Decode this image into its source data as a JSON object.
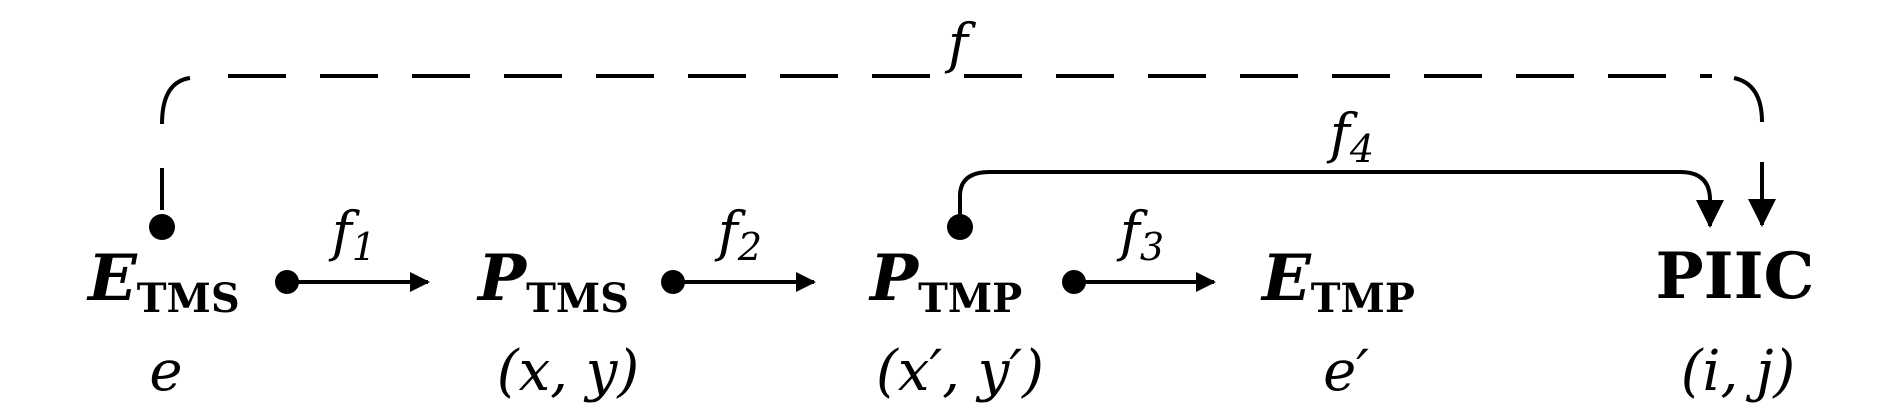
{
  "diagram": {
    "nodes": [
      {
        "id": "e_tms",
        "symbol": "E",
        "subscript": "TMS",
        "variable": "e"
      },
      {
        "id": "p_tms",
        "symbol": "P",
        "subscript": "TMS",
        "variable": "(x, y)"
      },
      {
        "id": "p_tmp",
        "symbol": "P",
        "subscript": "TMP",
        "variable": "(x′, y′)"
      },
      {
        "id": "e_tmp",
        "symbol": "E",
        "subscript": "TMP",
        "variable": "e′"
      },
      {
        "id": "piic",
        "symbol": "PIIC",
        "subscript": "",
        "variable": "(i, j)"
      }
    ],
    "arrows": [
      {
        "id": "f1",
        "symbol": "f",
        "subscript": "1",
        "from": "e_tms",
        "to": "p_tms",
        "style": "solid"
      },
      {
        "id": "f2",
        "symbol": "f",
        "subscript": "2",
        "from": "p_tms",
        "to": "p_tmp",
        "style": "solid"
      },
      {
        "id": "f3",
        "symbol": "f",
        "subscript": "3",
        "from": "p_tmp",
        "to": "e_tmp",
        "style": "solid"
      },
      {
        "id": "f4",
        "symbol": "f",
        "subscript": "4",
        "from": "p_tmp",
        "to": "piic",
        "style": "solid"
      },
      {
        "id": "f",
        "symbol": "f",
        "subscript": "",
        "from": "e_tms",
        "to": "piic",
        "style": "dashed"
      }
    ],
    "colors": {
      "ink": "#000000",
      "background": "#ffffff"
    }
  }
}
